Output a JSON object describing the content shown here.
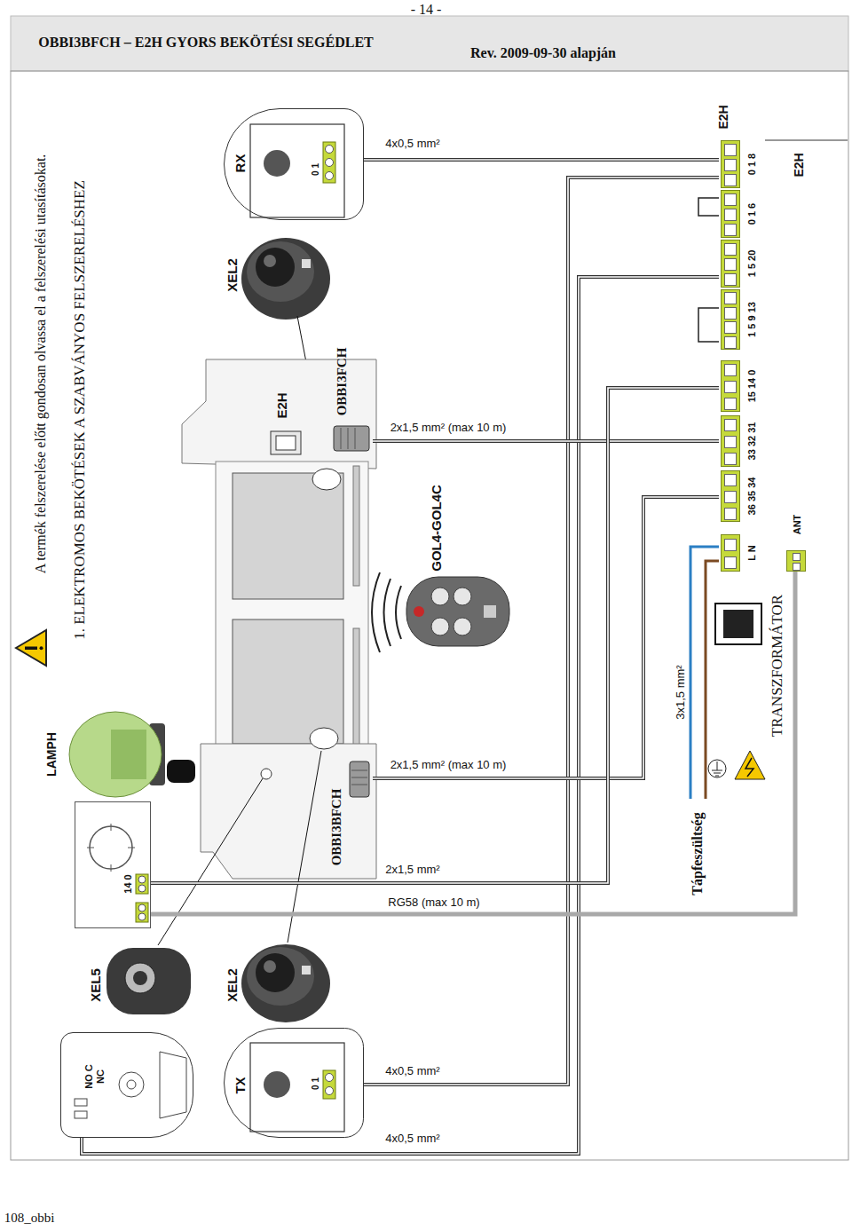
{
  "diagram": {
    "title": "OBBI3BFCH – E2H GYORS BEKÖTÉSI SEGÉDLET",
    "nodes": [
      {
        "text": [
          "RX",
          "0 1"
        ]
      },
      {
        "text": [
          "OBBI3FCH"
        ]
      },
      {
        "text": [
          "OBBI3BFCH"
        ]
      },
      {
        "text": [
          "14 0"
        ]
      },
      {
        "text": [
          "NO C NC"
        ]
      },
      {
        "text": [
          "TX",
          "0 1"
        ]
      },
      {
        "text": [
          "0 1 8"
        ]
      },
      {
        "text": [
          "0 1 6"
        ]
      },
      {
        "text": [
          "1 5 20"
        ]
      },
      {
        "text": [
          "1 5 9 13"
        ]
      },
      {
        "text": [
          "15 14 0"
        ]
      },
      {
        "text": [
          "33 32 31"
        ]
      },
      {
        "text": [
          "36 35 34"
        ]
      },
      {
        "text": [
          "L N"
        ]
      },
      {
        "text": [
          "ANT"
        ]
      }
    ],
    "edges": [
      {
        "from": 0,
        "to": 6,
        "label": "4x0,5 mm²",
        "arrow": "none"
      },
      {
        "from": 5,
        "to": 6,
        "label": "4x0,5 mm²",
        "arrow": "none"
      },
      {
        "from": 4,
        "to": 8,
        "label": "4x0,5 mm²",
        "arrow": "none"
      },
      {
        "from": 1,
        "to": 11,
        "label": "2x1,5 mm² (max 10 m)",
        "arrow": "none"
      },
      {
        "from": 2,
        "to": 12,
        "label": "2x1,5 mm² (max 10 m)",
        "arrow": "none"
      },
      {
        "from": 3,
        "to": 10,
        "label": "2x1,5 mm²",
        "arrow": "none"
      },
      {
        "from": 3,
        "to": 14,
        "label": "RG58 (max 10 m)",
        "arrow": "none"
      }
    ],
    "labels": [
      "- 14 -",
      "Rev. 2009-09-30 alapján",
      "A termék felszerelése előtt gondosan olvassa el a felszerelési utasításokat.",
      "1. ELEKTROMOS BEKÖTÉSEK A SZABVÁNYOS FELSZERELÉSHEZ",
      "XEL2",
      "E2H",
      "GOL4-GOL4C",
      "LAMPH",
      "XEL5",
      "XEL2",
      "3x1,5 mm²",
      "Tápfeszültség",
      "TRANSZFORMÁTOR",
      "E2H",
      "E2H",
      "108_obbi"
    ]
  }
}
